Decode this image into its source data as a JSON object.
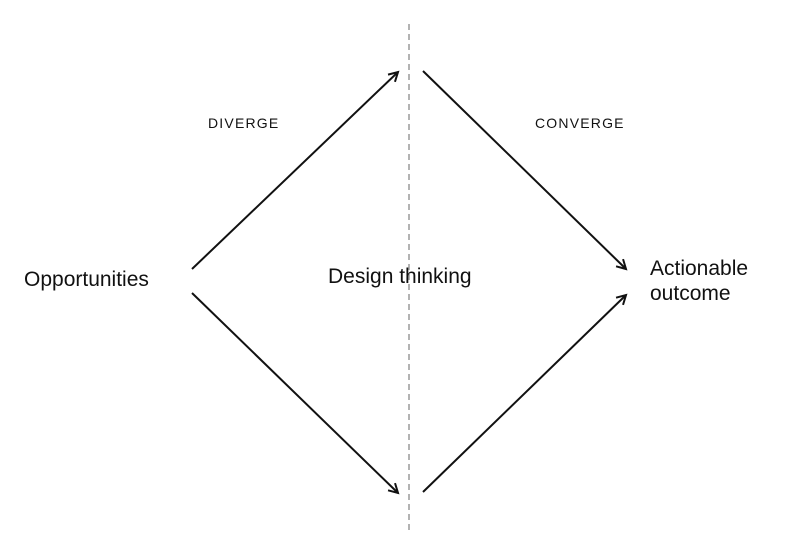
{
  "diagram": {
    "phases": {
      "diverge": "DIVERGE",
      "converge": "CONVERGE"
    },
    "nodes": {
      "start": "Opportunities",
      "center": "Design thinking",
      "end_line1": "Actionable",
      "end_line2": "outcome"
    }
  },
  "colors": {
    "stroke": "#111111",
    "divider": "#9a9a9a",
    "background": "#ffffff"
  }
}
